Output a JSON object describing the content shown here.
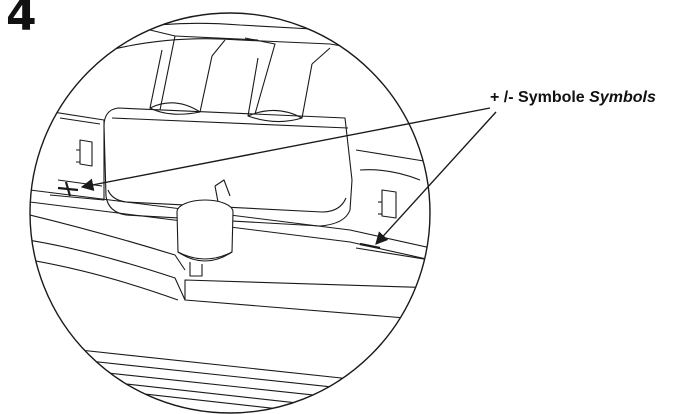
{
  "figure": {
    "step_number": "4",
    "callout": {
      "symbols_prefix": "+ /-",
      "label_de": "Symbole",
      "label_en": "Symbols"
    },
    "markings": {
      "plus_mark": "+",
      "minus_mark": "–"
    },
    "colors": {
      "line": "#1a1a1a",
      "background": "#ffffff"
    }
  }
}
